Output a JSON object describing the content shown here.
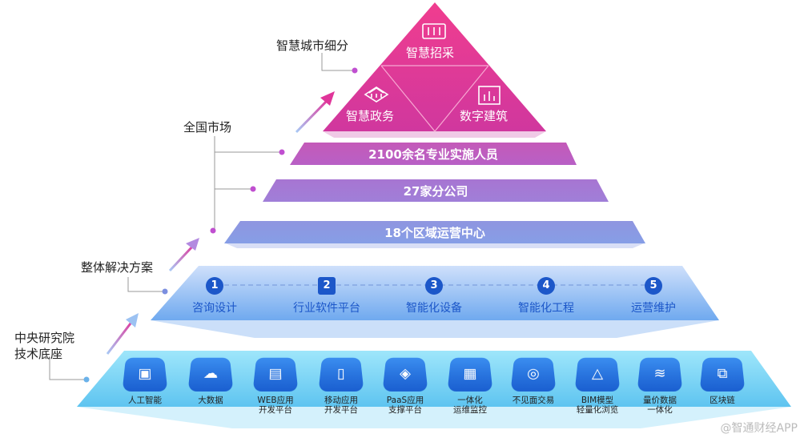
{
  "colors": {
    "pink": "#e8359a",
    "purple": "#b05ad0",
    "lavender": "#9c8ee0",
    "blue": "#6aaaf0",
    "cyan": "#7fd6f5",
    "navy": "#1c57c9"
  },
  "labels": {
    "segment": "智慧城市细分",
    "national": "全国市场",
    "solution": "整体解决方案",
    "research": "中央研究院\n技术底座"
  },
  "top": {
    "apex": {
      "label": "智慧招采",
      "icon": "basket-icon"
    },
    "left": {
      "label": "智慧政务",
      "icon": "government-icon"
    },
    "right": {
      "label": "数字建筑",
      "icon": "building-chart-icon"
    }
  },
  "bands": [
    {
      "label": "2100余名专业实施人员"
    },
    {
      "label": "27家分公司"
    },
    {
      "label": "18个区域运营中心"
    }
  ],
  "steps": [
    {
      "num": "1",
      "label": "咨询设计"
    },
    {
      "num": "2",
      "label": "行业软件平台"
    },
    {
      "num": "3",
      "label": "智能化设备"
    },
    {
      "num": "4",
      "label": "智能化工程"
    },
    {
      "num": "5",
      "label": "运营维护"
    }
  ],
  "tech": [
    {
      "label": "人工智能",
      "icon": "ai-chip-icon"
    },
    {
      "label": "大数据",
      "icon": "cloud-data-icon"
    },
    {
      "label": "WEB应用\n开发平台",
      "icon": "web-window-icon"
    },
    {
      "label": "移动应用\n开发平台",
      "icon": "mobile-app-icon"
    },
    {
      "label": "PaaS应用\n支撑平台",
      "icon": "paas-icon"
    },
    {
      "label": "一体化\n运维监控",
      "icon": "monitor-icon"
    },
    {
      "label": "不见面交易",
      "icon": "handshake-icon"
    },
    {
      "label": "BIM模型\n轻量化浏览",
      "icon": "bim-icon"
    },
    {
      "label": "量价数据\n一体化",
      "icon": "data-stack-icon"
    },
    {
      "label": "区块链",
      "icon": "blockchain-icon"
    }
  ],
  "watermark": "@智通财经APP"
}
